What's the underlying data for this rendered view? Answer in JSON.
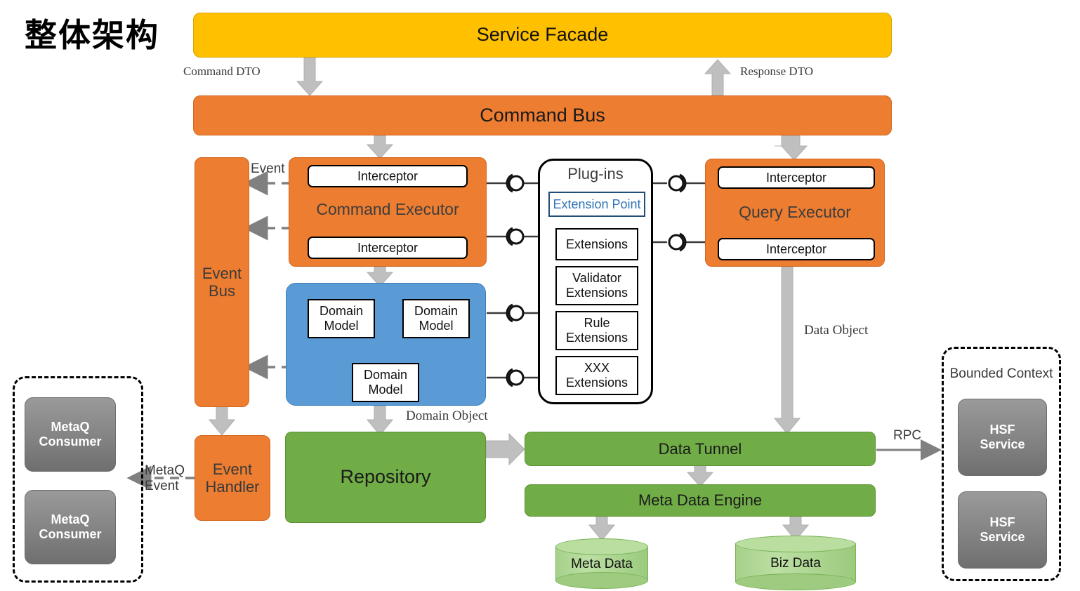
{
  "title": "整体架构",
  "layers": {
    "service_facade": "Service Facade",
    "command_bus": "Command Bus"
  },
  "flow_labels": {
    "command_dto": "Command DTO",
    "response_dto": "Response DTO",
    "event": "Event",
    "metaq_event_line1": "MetaQ",
    "metaq_event_line2": "Event",
    "domain_object": "Domain Object",
    "data_object": "Data Object",
    "rpc": "RPC"
  },
  "event_bus": {
    "line1": "Event",
    "line2": "Bus"
  },
  "event_handler": {
    "line1": "Event",
    "line2": "Handler"
  },
  "command_executor": {
    "title": "Command Executor",
    "interceptor_top": "Interceptor",
    "interceptor_bottom": "Interceptor"
  },
  "query_executor": {
    "title": "Query Executor",
    "interceptor_top": "Interceptor",
    "interceptor_bottom": "Interceptor"
  },
  "domain": {
    "model_a_line1": "Domain",
    "model_a_line2": "Model",
    "model_b_line1": "Domain",
    "model_b_line2": "Model",
    "model_c_line1": "Domain",
    "model_c_line2": "Model"
  },
  "plugins": {
    "title": "Plug-ins",
    "extension_point": "Extension Point",
    "items": [
      {
        "line1": "Extensions",
        "line2": ""
      },
      {
        "line1": "Validator",
        "line2": "Extensions"
      },
      {
        "line1": "Rule",
        "line2": "Extensions"
      },
      {
        "line1": "XXX",
        "line2": "Extensions"
      }
    ]
  },
  "persistence": {
    "repository": "Repository",
    "data_tunnel": "Data Tunnel",
    "meta_data_engine": "Meta Data Engine",
    "meta_data_store": "Meta Data",
    "biz_data_store": "Biz Data"
  },
  "metaq": {
    "consumer_1_line1": "MetaQ",
    "consumer_1_line2": "Consumer",
    "consumer_2_line1": "MetaQ",
    "consumer_2_line2": "Consumer"
  },
  "bounded_context": {
    "title": "Bounded Context",
    "service_1_line1": "HSF",
    "service_1_line2": "Service",
    "service_2_line1": "HSF",
    "service_2_line2": "Service"
  },
  "colors": {
    "yellow": "#FFC000",
    "orange": "#ED7D31",
    "blue": "#5B9BD5",
    "green": "#70AD47",
    "grey": "#838383",
    "arrow_grey": "#BFBFBF",
    "dashed_arrow": "#808080",
    "extension_point_text": "#2E75B6",
    "extension_point_border": "#1F4E79"
  }
}
